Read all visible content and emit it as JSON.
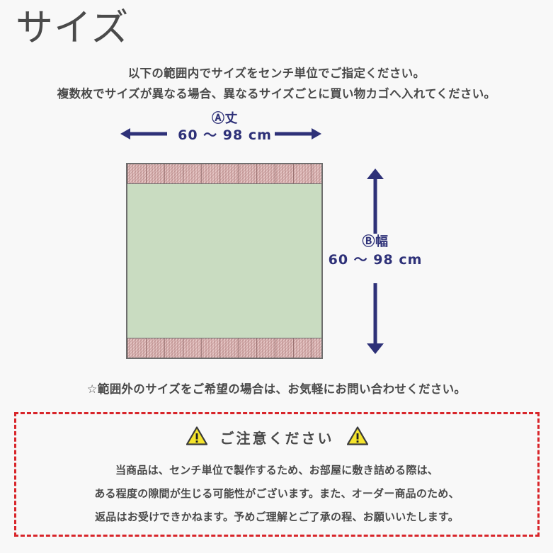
{
  "page": {
    "title": "サイズ",
    "background_color": "#f8f8f8",
    "text_color": "#4a4a4a"
  },
  "intro": {
    "line1": "以下の範囲内でサイズをセンチ単位でご指定ください。",
    "line2": "複数枚でサイズが異なる場合、異なるサイズごとに買い物カゴへ入れてください。"
  },
  "diagram": {
    "accent_color": "#2e3178",
    "mat": {
      "border_color": "#6e6e6e",
      "center_color": "#c9dcc1",
      "band_color": "#dfb5b4",
      "top_band_name": "mat-top-band",
      "bottom_band_name": "mat-bottom-band"
    },
    "length": {
      "label": "Ⓐ丈",
      "range": "60 〜 98 cm",
      "arrow_left_icon": "arrow-left-icon",
      "arrow_right_icon": "arrow-right-icon"
    },
    "width": {
      "label": "Ⓑ幅",
      "range": "60 〜 98 cm",
      "arrow_up_icon": "arrow-up-icon",
      "arrow_down_icon": "arrow-down-icon"
    }
  },
  "star_note": "☆範囲外のサイズをご希望の場合は、お気軽にお問い合わせください。",
  "warning": {
    "border_color": "#d8252a",
    "icon_color": "#f5e42c",
    "icon_name": "warning-triangle-icon",
    "heading": "ご注意ください",
    "line1": "当商品は、センチ単位で製作するため、お部屋に敷き詰める際は、",
    "line2": "ある程度の隙間が生じる可能性がございます。また、オーダー商品のため、",
    "line3": "返品はお受けできかねます。予めご理解とご了承の程、お願いいたします。"
  }
}
